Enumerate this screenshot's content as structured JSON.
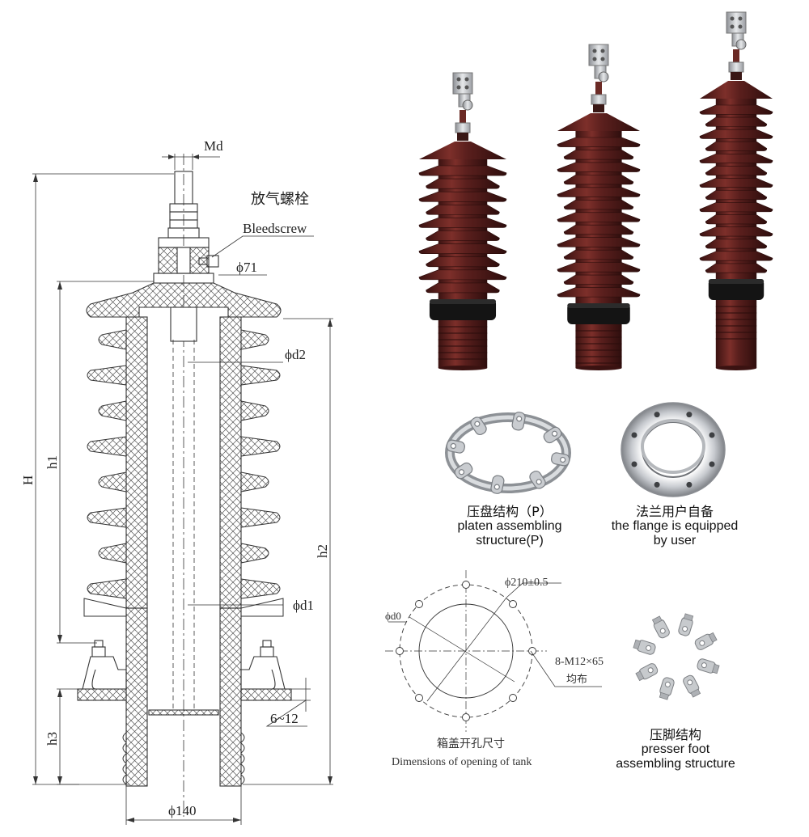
{
  "drawing": {
    "dim_md": "Md",
    "bleed_cn": "放气螺栓",
    "bleed_en": "Bleedscrew",
    "dim_phi71": "ϕ71",
    "dim_d2": "ϕd2",
    "dim_d1": "ϕd1",
    "dim_H": "H",
    "dim_h1": "h1",
    "dim_h2": "h2",
    "dim_h3": "h3",
    "dim_range": "6~12",
    "dim_phi140": "ϕ140"
  },
  "photos": {
    "platen_cn": "压盘结构（P）",
    "platen_en1": "platen assembling",
    "platen_en2": "structure(P)",
    "flange_cn": "法兰用户自备",
    "flange_en1": "the flange is equipped",
    "flange_en2": "by user",
    "presser_cn": "压脚结构",
    "presser_en1": "presser foot",
    "presser_en2": "assembling structure"
  },
  "tank": {
    "dim_d0": "ϕd0",
    "dim_pcd": "ϕ210±0.5",
    "dim_bolts": "8-M12×65",
    "dim_even": "均布",
    "caption_cn": "箱盖开孔尺寸",
    "caption_en": "Dimensions of opening of tank"
  },
  "colors": {
    "porcelain": "#5a1f1d",
    "porcelain_hi": "#8a3a35",
    "rubber": "#141414",
    "metal": "#b9bcc0",
    "line": "#333333"
  }
}
